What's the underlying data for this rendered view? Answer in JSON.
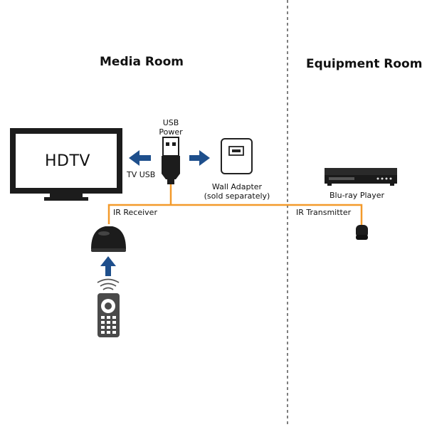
{
  "rooms": {
    "media_room": "Media Room",
    "equipment_room": "Equipment Room"
  },
  "devices": {
    "hdtv": "HDTV",
    "usb_power_line1": "USB",
    "usb_power_line2": "Power",
    "tv_usb": "TV USB",
    "wall_adapter_line1": "Wall Adapter",
    "wall_adapter_line2": "(sold separately)",
    "bluray_player": "Blu-ray Player",
    "ir_receiver": "IR Receiver",
    "ir_transmitter": "IR Transmitter"
  },
  "colors": {
    "cable": "#f39a2b",
    "arrow": "#1e4f8c",
    "device_dark": "#222222",
    "divider": "#555555"
  }
}
